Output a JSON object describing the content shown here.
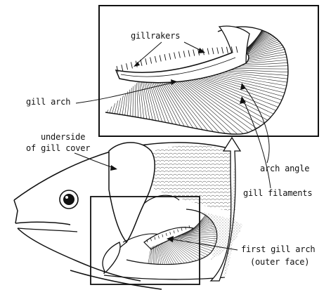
{
  "labels": {
    "gillrakers": "gillrakers",
    "gill_arch": "gill arch",
    "underside_line1": "underside",
    "underside_line2": "of gill cover",
    "arch_angle": "arch angle",
    "gill_filaments": "gill filaments",
    "first_gill_arch_line1": "first gill arch",
    "first_gill_arch_line2": "(outer face)"
  },
  "colors": {
    "ink": "#111111",
    "background": "#ffffff",
    "stipple": "#555555"
  }
}
